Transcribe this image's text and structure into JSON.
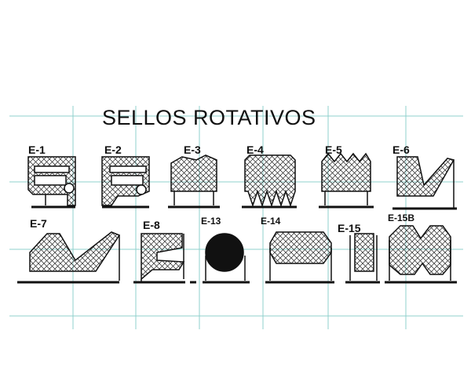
{
  "title": "SELLOS ROTATIVOS",
  "colors": {
    "grid": "#8fd1cc",
    "ink": "#111111",
    "fill": "#ffffff",
    "hatch": "#222222"
  },
  "seals": [
    {
      "label": "E-1"
    },
    {
      "label": "E-2"
    },
    {
      "label": "E-3"
    },
    {
      "label": "E-4"
    },
    {
      "label": "E-5"
    },
    {
      "label": "E-6"
    },
    {
      "label": "E-7"
    },
    {
      "label": "E-8"
    },
    {
      "label": "E-13"
    },
    {
      "label": "E-14"
    },
    {
      "label": "E-15"
    },
    {
      "label": "E-15B"
    }
  ]
}
